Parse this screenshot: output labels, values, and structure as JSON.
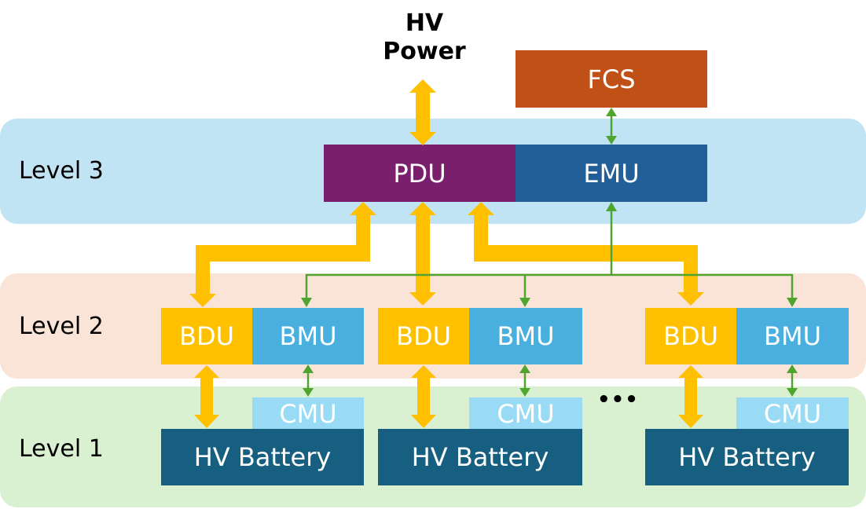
{
  "levels": [
    {
      "label": "Level 3",
      "color": "#c1e4f4"
    },
    {
      "label": "Level 2",
      "color": "#fae3d7"
    },
    {
      "label": "Level 1",
      "color": "#d9f1d0"
    }
  ],
  "hv_power": {
    "line1": "HV",
    "line2": "Power"
  },
  "level3": {
    "fcs": {
      "label": "FCS",
      "color": "#c05015"
    },
    "pdu": {
      "label": "PDU",
      "color": "#7a1f6c"
    },
    "emu": {
      "label": "EMU",
      "color": "#225f99"
    }
  },
  "stacks": [
    {
      "bdu": "BDU",
      "bmu": "BMU",
      "cmu": "CMU",
      "battery": "HV Battery"
    },
    {
      "bdu": "BDU",
      "bmu": "BMU",
      "cmu": "CMU",
      "battery": "HV Battery"
    },
    {
      "bdu": "BDU",
      "bmu": "BMU",
      "cmu": "CMU",
      "battery": "HV Battery"
    }
  ],
  "ellipsis": "•••",
  "colors": {
    "power_arrow": "#fec000",
    "signal_arrow": "#4fa52f",
    "bdu": "#fec000",
    "bmu": "#48afdf",
    "cmu": "#99dbf5",
    "battery": "#175f80"
  },
  "legend_semantics": {
    "power_link": "HV power flow (yellow, bidirectional)",
    "signal_link": "Communication (green)"
  }
}
